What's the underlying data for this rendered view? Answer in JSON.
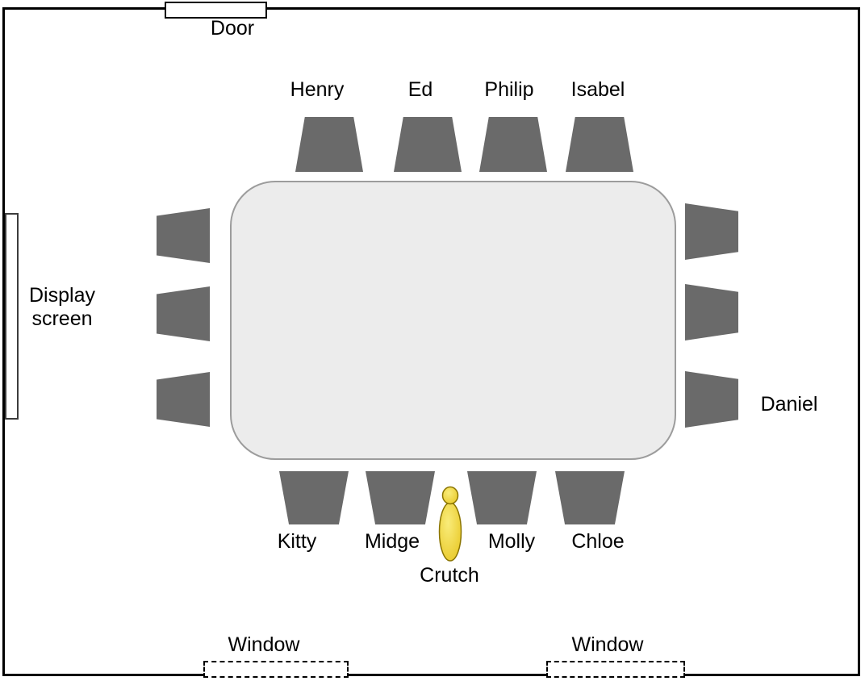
{
  "labels": {
    "door": "Door",
    "display_screen": "Display screen",
    "window_left": "Window",
    "window_right": "Window",
    "crutch": "Crutch"
  },
  "seats": {
    "top": [
      "Henry",
      "Ed",
      "Philip",
      "Isabel"
    ],
    "bottom": [
      "Kitty",
      "Midge",
      "Molly",
      "Chloe"
    ],
    "right_bottom": "Daniel"
  },
  "colors": {
    "chair": "#6a6a6a",
    "table_fill": "#ececec",
    "table_border": "#9c9c9c",
    "crutch_fill": "#e9c929",
    "crutch_highlight": "#f9ec7a",
    "crutch_stroke": "#8a7400"
  }
}
